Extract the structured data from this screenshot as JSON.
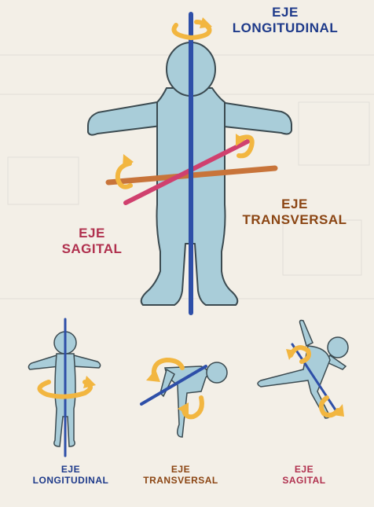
{
  "colors": {
    "background": "#f3efe7",
    "body_fill": "#a9cdd9",
    "body_outline": "#3b4a50",
    "longitudinal_axis": "#2e4fa8",
    "transversal_axis": "#c8743a",
    "sagital_axis": "#d0406e",
    "rotation_arrow": "#f2b640",
    "label_longitudinal": "#1e3a8a",
    "label_transversal": "#8b4513",
    "label_sagital": "#b0304e"
  },
  "main_figure": {
    "longitudinal": {
      "line1": "EJE",
      "line2": "LONGITUDINAL"
    },
    "transversal": {
      "line1": "EJE",
      "line2": "TRANSVERSAL"
    },
    "sagital": {
      "line1": "EJE",
      "line2": "SAGITAL"
    }
  },
  "examples": [
    {
      "line1": "EJE",
      "line2": "LONGITUDINAL"
    },
    {
      "line1": "EJE",
      "line2": "TRANSVERSAL"
    },
    {
      "line1": "EJE",
      "line2": "SAGITAL"
    }
  ]
}
